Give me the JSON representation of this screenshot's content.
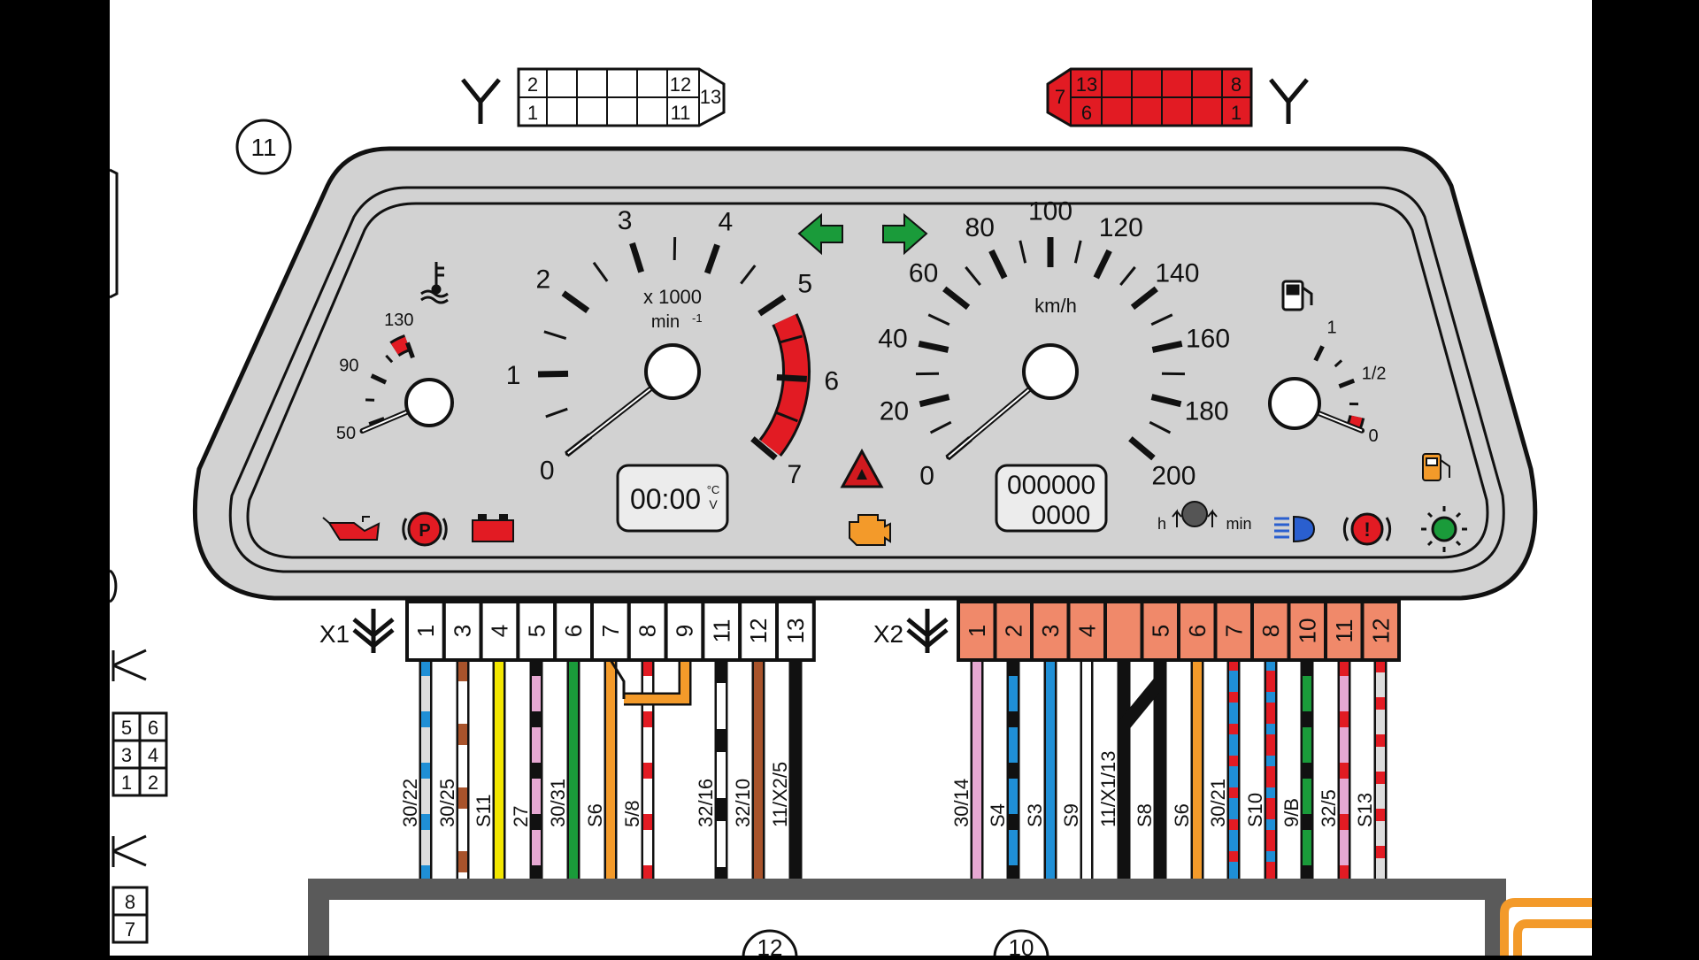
{
  "diagram": {
    "callouts": {
      "cluster": "11",
      "bottom_left": "12",
      "bottom_right": "10"
    },
    "top_connector_left": {
      "tl": "2",
      "bl": "1",
      "tr": "12",
      "br": "11",
      "end": "13"
    },
    "top_connector_right": {
      "tl": "13",
      "bl": "6",
      "tr": "8",
      "br": "1",
      "end": "7"
    },
    "temp_gauge": {
      "labels": [
        "50",
        "90",
        "130"
      ]
    },
    "tachometer": {
      "labels": [
        "0",
        "1",
        "2",
        "3",
        "4",
        "5",
        "6",
        "7"
      ],
      "unit_line1": "x 1000",
      "unit_line2": "min",
      "unit_exp": "-1"
    },
    "speedometer": {
      "labels": [
        "0",
        "20",
        "40",
        "60",
        "80",
        "100",
        "120",
        "140",
        "160",
        "180",
        "200"
      ],
      "unit": "km/h"
    },
    "fuel_gauge": {
      "labels": [
        "0",
        "1/2",
        "1"
      ]
    },
    "clock_display": {
      "value": "00:00",
      "unit_top": "°C",
      "unit_bottom": "V"
    },
    "odometer": {
      "total": "000000",
      "trip": "0000"
    },
    "service_indicator": {
      "left": "h",
      "right": "min"
    },
    "connector_x1": {
      "name": "X1",
      "pins": [
        "1",
        "3",
        "4",
        "5",
        "6",
        "7",
        "8",
        "9",
        "11",
        "12",
        "13"
      ]
    },
    "connector_x2": {
      "name": "X2",
      "pins": [
        "1",
        "2",
        "3",
        "4",
        "",
        "5",
        "6",
        "7",
        "8",
        "10",
        "11",
        "12"
      ]
    },
    "wire_labels_x1": [
      "30/22",
      "30/25",
      "S11",
      "27",
      "30/31",
      "S6",
      "5/8",
      "32/16",
      "32/10",
      "11/X2/5"
    ],
    "wire_labels_x2": [
      "30/14",
      "S4",
      "S3",
      "S9",
      "11/X1/13",
      "S8",
      "S6",
      "30/21",
      "S10",
      "9/B",
      "32/5",
      "S13"
    ],
    "side_connector_a": {
      "rows": [
        [
          "5",
          "6"
        ],
        [
          "3",
          "4"
        ],
        [
          "1",
          "2"
        ]
      ]
    },
    "side_connector_b": {
      "rows": [
        [
          "8"
        ],
        [
          "7"
        ]
      ]
    },
    "icons": [
      "coolant-temp-icon",
      "fuel-pump-icon",
      "oil-pressure-icon",
      "parking-brake-icon",
      "battery-icon",
      "check-engine-icon",
      "hazard-icon",
      "turn-left-icon",
      "turn-right-icon",
      "high-beam-icon",
      "brake-warning-icon",
      "parking-lights-icon",
      "fuel-reserve-icon"
    ],
    "colors": {
      "red": "#e21b23",
      "green": "#1a9b3a",
      "salmon": "#f0896a",
      "orange": "#f39a2a",
      "pink": "#e6a8d2",
      "blue": "#1f8fd6",
      "brown": "#a8532b",
      "yellow": "#f2e600",
      "panel": "#d2d2d2"
    }
  }
}
